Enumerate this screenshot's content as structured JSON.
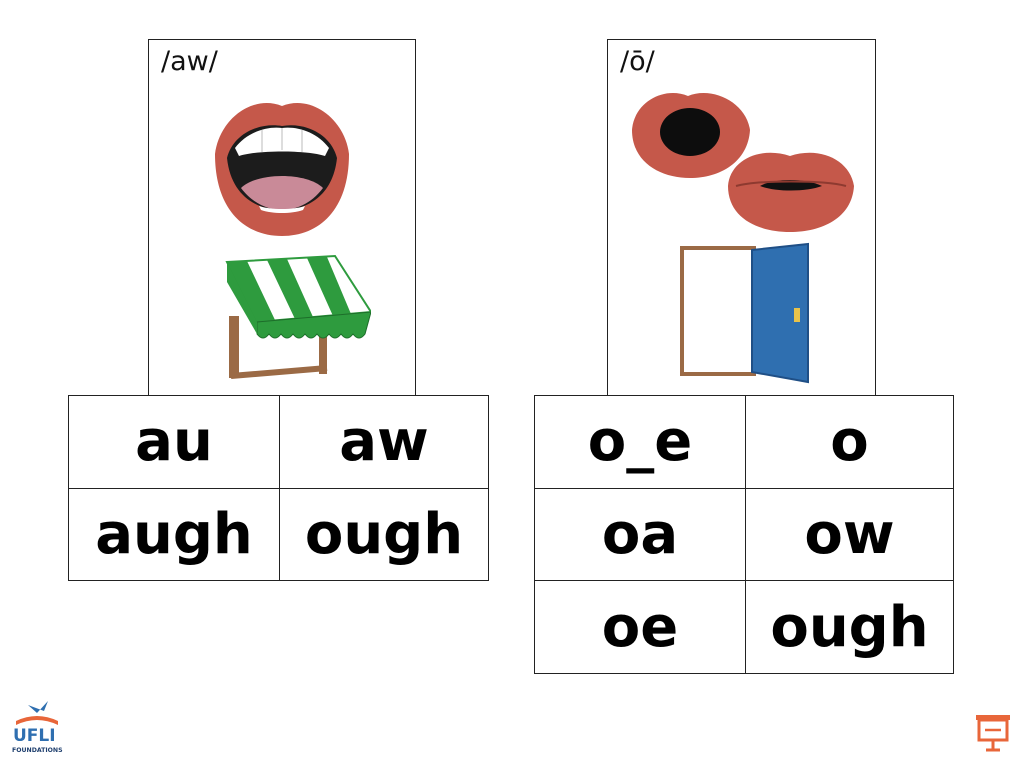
{
  "left_card": {
    "label": "/aw/",
    "cells": [
      [
        "au",
        "aw"
      ],
      [
        "augh",
        "ough"
      ]
    ]
  },
  "right_card": {
    "label": "/ō/",
    "cells": [
      [
        "o_e",
        "o"
      ],
      [
        "oa",
        "ow"
      ],
      [
        "oe",
        "ough"
      ]
    ]
  },
  "logo": {
    "text": "UFLI",
    "subtext": "FOUNDATIONS"
  },
  "present_icon": "presentation-icon",
  "colors": {
    "lips": "#c5584a",
    "awning_green": "#2e9b3e",
    "door_blue": "#2f6fb0",
    "frame_brown": "#9b6a45",
    "present_orange": "#e8663a"
  }
}
